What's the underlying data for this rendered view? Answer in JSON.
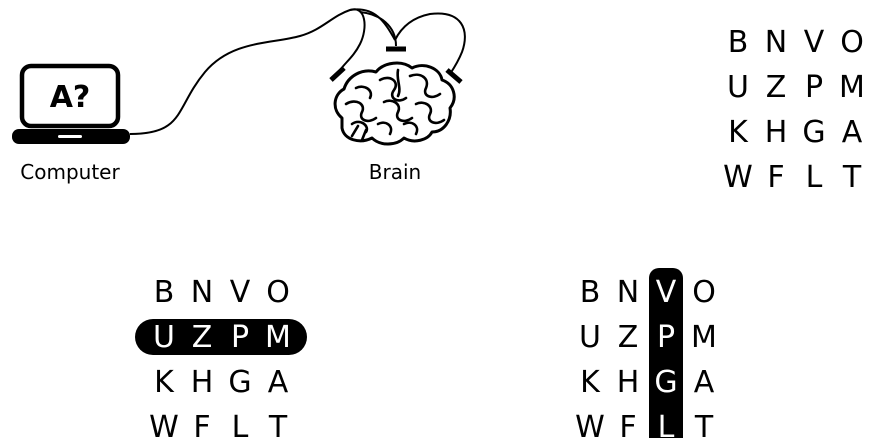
{
  "labels": {
    "computer": "Computer",
    "brain": "Brain",
    "screen": "A?"
  },
  "grid": {
    "rows": [
      [
        "B",
        "N",
        "V",
        "O"
      ],
      [
        "U",
        "Z",
        "P",
        "M"
      ],
      [
        "K",
        "H",
        "G",
        "A"
      ],
      [
        "W",
        "F",
        "L",
        "T"
      ]
    ]
  },
  "highlights": {
    "row_panel": {
      "row": 1
    },
    "column_panel": {
      "column": 2
    }
  },
  "colors": {
    "ink": "#000000",
    "background": "#ffffff",
    "highlight_text": "#ffffff"
  }
}
